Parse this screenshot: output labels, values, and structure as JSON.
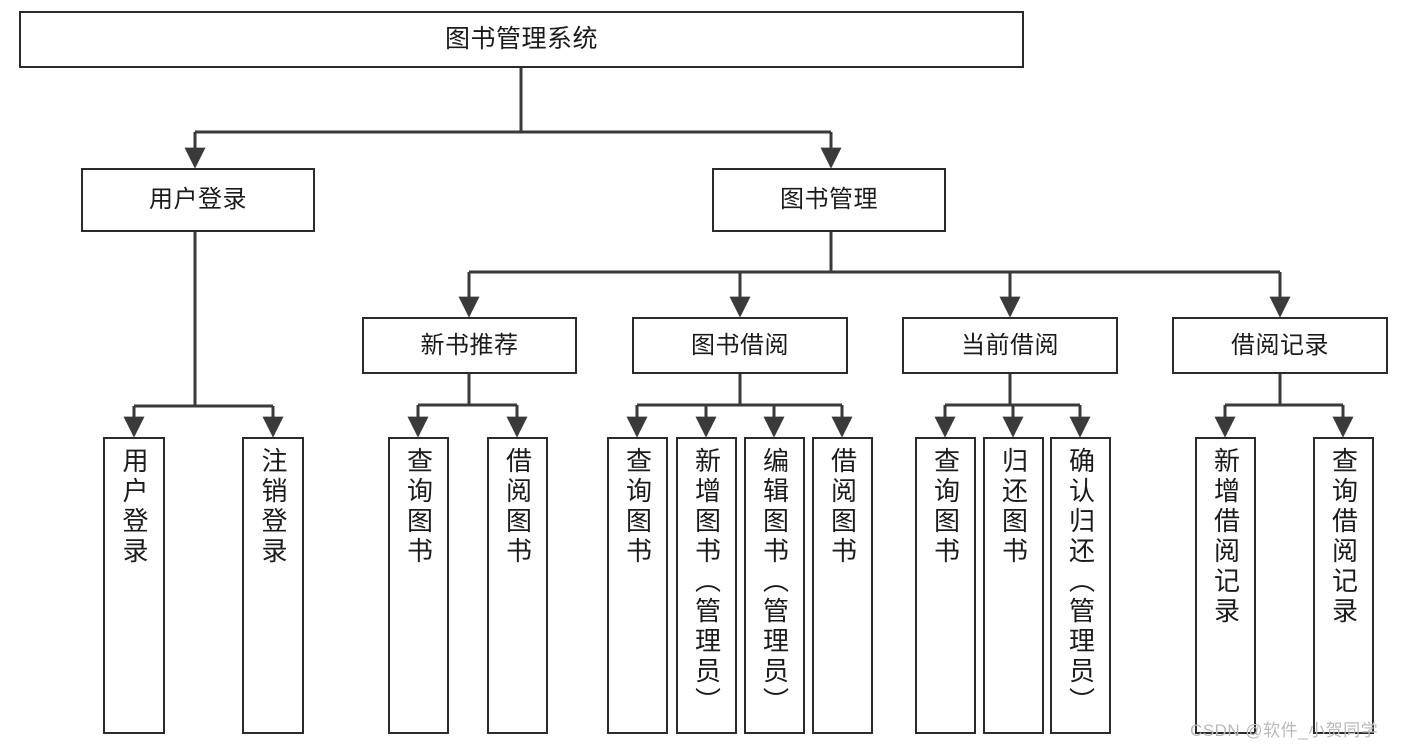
{
  "diagram": {
    "type": "tree-hierarchy",
    "title": "图书管理系统",
    "root": {
      "label": "图书管理系统"
    },
    "level2": [
      {
        "label": "用户登录"
      },
      {
        "label": "图书管理"
      }
    ],
    "level3": [
      {
        "label": "新书推荐"
      },
      {
        "label": "图书借阅"
      },
      {
        "label": "当前借阅"
      },
      {
        "label": "借阅记录"
      }
    ],
    "leaves": {
      "user_login": [
        {
          "label": "用户登录"
        },
        {
          "label": "注销登录"
        }
      ],
      "new_book_recommend": [
        {
          "label": "查询图书"
        },
        {
          "label": "借阅图书"
        }
      ],
      "book_borrow": [
        {
          "label": "查询图书"
        },
        {
          "label": "新增图书（管理员）"
        },
        {
          "label": "编辑图书（管理员）"
        },
        {
          "label": "借阅图书"
        }
      ],
      "current_borrow": [
        {
          "label": "查询图书"
        },
        {
          "label": "归还图书"
        },
        {
          "label": "确认归还（管理员）"
        }
      ],
      "borrow_record": [
        {
          "label": "新增借阅记录"
        },
        {
          "label": "查询借阅记录"
        }
      ]
    }
  },
  "watermark": {
    "text": "CSDN @软件_小贺同学"
  },
  "colors": {
    "border": "#2b2b2b",
    "line": "#3a3a3a",
    "background": "#ffffff",
    "text": "#1b1b1b",
    "watermark": "#b9b9b9"
  }
}
